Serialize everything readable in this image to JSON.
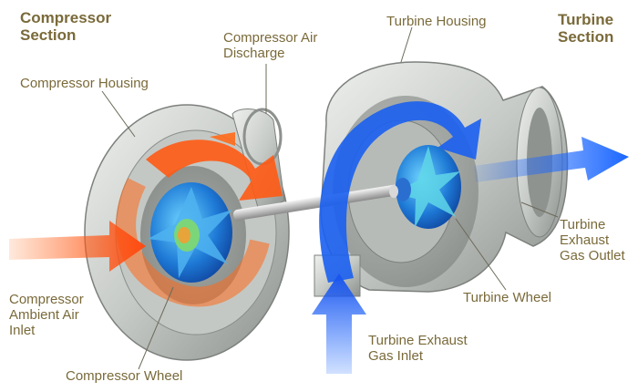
{
  "sections": {
    "compressor": "Compressor\nSection",
    "turbine": "Turbine\nSection"
  },
  "labels": {
    "compressor_housing": "Compressor Housing",
    "compressor_air_discharge": "Compressor Air\nDischarge",
    "turbine_housing": "Turbine Housing",
    "turbine_exhaust_gas_outlet": "Turbine\nExhaust\nGas Outlet",
    "turbine_wheel": "Turbine Wheel",
    "turbine_exhaust_gas_inlet": "Turbine Exhaust\nGas Inlet",
    "compressor_wheel": "Compressor Wheel",
    "compressor_ambient_air_inlet": "Compressor\nAmbient Air\nInlet"
  },
  "colors": {
    "label_text": "#7a6a3a",
    "cold_air_flow": "#ff6a1a",
    "exhaust_flow": "#1a66ff",
    "housing_metal": "#c9ccc9",
    "wheel_blue": "#1e7ad6"
  }
}
